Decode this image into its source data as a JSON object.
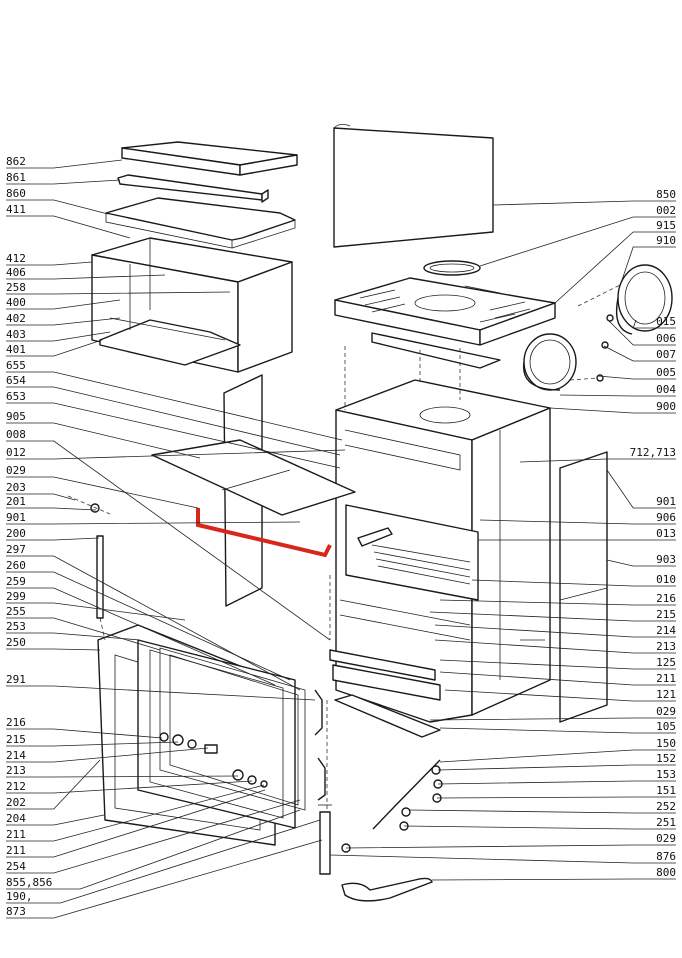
{
  "title": "",
  "highlight_color": "#d9261c",
  "labels_left": [
    "862",
    "861",
    "860",
    "411",
    "412",
    "406",
    "258",
    "400",
    "402",
    "403",
    "401",
    "655",
    "654",
    "653",
    "905",
    "008",
    "012",
    "029",
    "203",
    "201",
    "901",
    "200",
    "297",
    "260",
    "259",
    "299",
    "255",
    "253",
    "250",
    "291",
    "216",
    "215",
    "214",
    "213",
    "212",
    "202",
    "204",
    "211",
    "211",
    "254",
    "855,856",
    "190,",
    "873"
  ],
  "labels_right": [
    "850",
    "002",
    "915",
    "910",
    "015",
    "006",
    "007",
    "005",
    "004",
    "900",
    "712,713",
    "901",
    "906",
    "013",
    "903",
    "010",
    "216",
    "215",
    "214",
    "213",
    "125",
    "211",
    "121",
    "029",
    "105",
    "150",
    "152",
    "153",
    "151",
    "252",
    "251",
    "029",
    "876",
    "800"
  ]
}
